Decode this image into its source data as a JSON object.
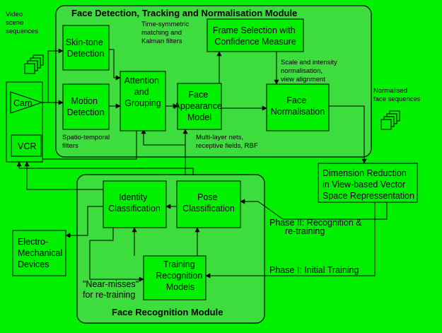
{
  "colors": {
    "background": "#00f000",
    "ink": "#000000",
    "module_fill": "#3ddd3d",
    "box_fill": "#00f000"
  },
  "modules": {
    "detection": {
      "title": "Face Detection, Tracking and Normalisation Module"
    },
    "recognition": {
      "title": "Face Recognition Module"
    }
  },
  "boxes": {
    "skin_tone": {
      "lines": [
        "Skin-tone",
        "Detection"
      ]
    },
    "motion": {
      "lines": [
        "Motion",
        "Detection"
      ]
    },
    "attention": {
      "lines": [
        "Attention",
        "and",
        "Grouping"
      ]
    },
    "appearance": {
      "lines": [
        "Face",
        "Appearance",
        "Model"
      ]
    },
    "frame_selection": {
      "lines": [
        "Frame Selection with",
        "Confidence Measure"
      ]
    },
    "normalisation": {
      "lines": [
        "Face",
        "Normalisation"
      ]
    },
    "cam": {
      "lines": [
        "Cam"
      ]
    },
    "vcr": {
      "lines": [
        "VCR"
      ]
    },
    "dim_reduction": {
      "lines": [
        "Dimension Reduction",
        "in View-based Vector",
        "Space Repressentation"
      ]
    },
    "identity": {
      "lines": [
        "Identity",
        "Classification"
      ]
    },
    "pose": {
      "lines": [
        "Pose",
        "Classification"
      ]
    },
    "training": {
      "lines": [
        "Training",
        "Recognition",
        "Models"
      ]
    },
    "electro": {
      "lines": [
        "Electro-",
        "Mechanical",
        "Devices"
      ]
    }
  },
  "annotations": {
    "video": {
      "lines": [
        "Video",
        "scene",
        "sequences"
      ]
    },
    "time_sym": {
      "lines": [
        "Time-symmetric",
        "matching and",
        "Kalman filters"
      ]
    },
    "spatio": {
      "lines": [
        "Spatio-temporal",
        "filters"
      ]
    },
    "multilayer": {
      "lines": [
        "Multi-layer nets,",
        "receptive fields, RBF"
      ]
    },
    "scale": {
      "lines": [
        "Scale and intensity",
        "normalisation,",
        "view alignment"
      ]
    },
    "normalised": {
      "lines": [
        "Normalised",
        "face sequences"
      ]
    },
    "phase2": {
      "lines": [
        "Phase II: Recognition &",
        "re-training"
      ]
    },
    "phase1": {
      "lines": [
        "Phase I: Initial Training"
      ]
    },
    "near_misses": {
      "lines": [
        "\"Near-misses\"",
        "for re-training"
      ]
    }
  }
}
